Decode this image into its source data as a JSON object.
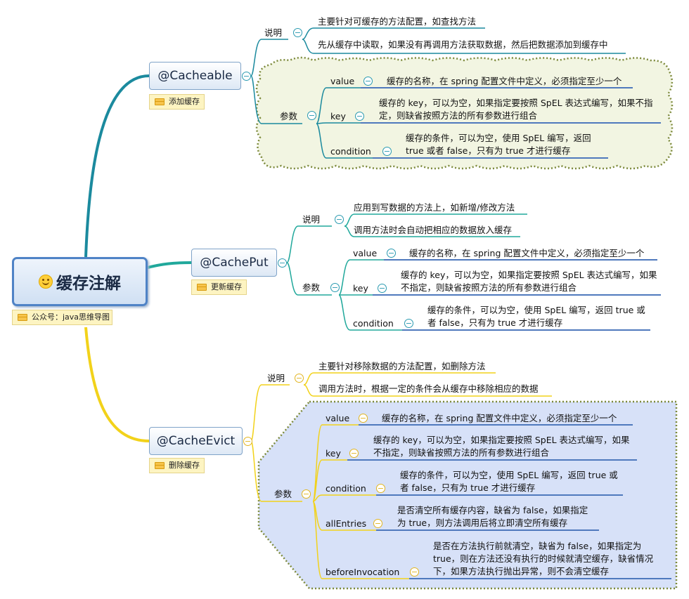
{
  "central": {
    "emoji": "smiley-icon",
    "title": "缓存注解",
    "note": "公众号：java思维导图"
  },
  "cacheable": {
    "title": "@Cacheable",
    "note": "添加缓存",
    "desc_label": "说明",
    "desc": [
      "主要针对可缓存的方法配置，如查找方法",
      "先从缓存中读取，如果没有再调用方法获取数据，然后把数据添加到缓存中"
    ],
    "params_label": "参数",
    "params": [
      {
        "name": "value",
        "desc": "缓存的名称，在 spring 配置文件中定义，必须指定至少一个"
      },
      {
        "name": "key",
        "desc": "缓存的 key，可以为空，如果指定要按照 SpEL 表达式编写，如果不指定，则缺省按照方法的所有参数进行组合"
      },
      {
        "name": "condition",
        "desc": "缓存的条件，可以为空，使用 SpEL 编写，返回 true 或者 false，只有为 true 才进行缓存"
      }
    ]
  },
  "cacheput": {
    "title": "@CachePut",
    "note": "更新缓存",
    "desc_label": "说明",
    "desc": [
      "应用到写数据的方法上，如新增/修改方法",
      "调用方法时会自动把相应的数据放入缓存"
    ],
    "params_label": "参数",
    "params": [
      {
        "name": "value",
        "desc": "缓存的名称，在 spring 配置文件中定义，必须指定至少一个"
      },
      {
        "name": "key",
        "desc": "缓存的 key，可以为空，如果指定要按照 SpEL 表达式编写，如果不指定，则缺省按照方法的所有参数进行组合"
      },
      {
        "name": "condition",
        "desc": "缓存的条件，可以为空，使用 SpEL 编写，返回 true 或者 false，只有为 true 才进行缓存"
      }
    ]
  },
  "cacheevict": {
    "title": "@CacheEvict",
    "note": "删除缓存",
    "desc_label": "说明",
    "desc": [
      "主要针对移除数据的方法配置，如删除方法",
      "调用方法时，根据一定的条件会从缓存中移除相应的数据"
    ],
    "params_label": "参数",
    "params": [
      {
        "name": "value",
        "desc": "缓存的名称，在 spring 配置文件中定义，必须指定至少一个"
      },
      {
        "name": "key",
        "desc": "缓存的 key，可以为空，如果指定要按照 SpEL 表达式编写，如果不指定，则缺省按照方法的所有参数进行组合"
      },
      {
        "name": "condition",
        "desc": "缓存的条件，可以为空，使用 SpEL 编写，返回 true 或者 false，只有为 true 才进行缓存"
      },
      {
        "name": "allEntries",
        "desc": "是否清空所有缓存内容，缺省为 false，如果指定为 true，则方法调用后将立即清空所有缓存"
      },
      {
        "name": "beforeInvocation",
        "desc": "是否在方法执行前就清空，缺省为 false，如果指定为 true，则在方法还没有执行的时候就清空缓存，缺省情况下，如果方法执行抛出异常，则不会清空缓存"
      }
    ]
  },
  "colors": {
    "cacheable": "#1b8a9e",
    "cacheput": "#20a89b",
    "cacheevict": "#f2d21a",
    "underline": "#4f79bd"
  }
}
